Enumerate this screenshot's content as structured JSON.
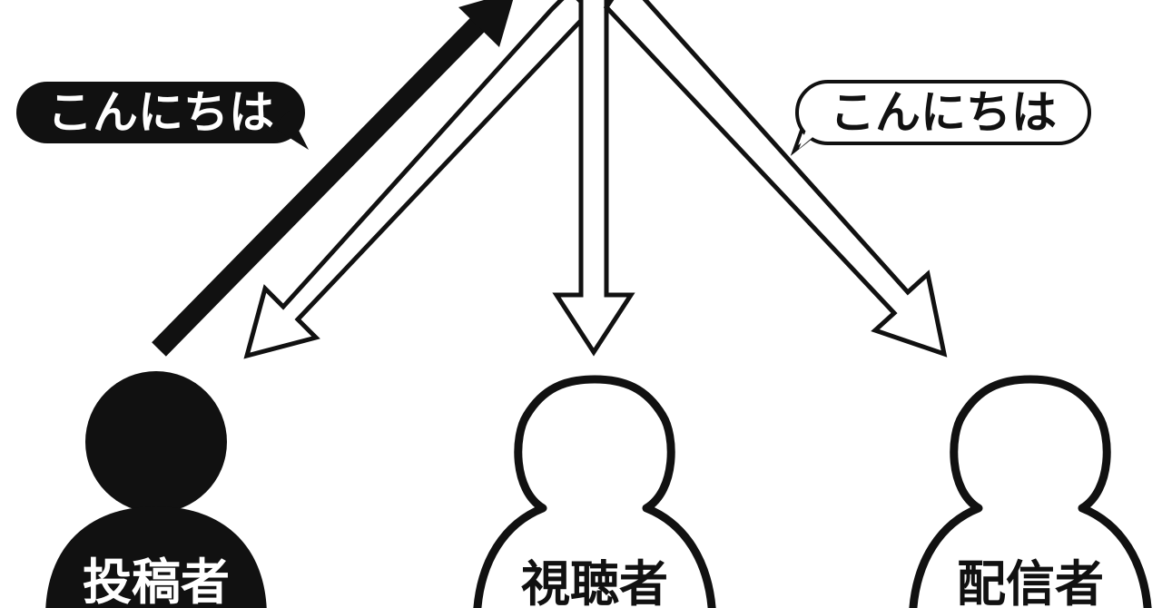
{
  "speech_bubbles": {
    "left": {
      "text": "こんにちは",
      "style": "filled"
    },
    "right": {
      "text": "こんにちは",
      "style": "outline"
    }
  },
  "people": [
    {
      "id": "poster",
      "label": "投稿者",
      "style": "filled"
    },
    {
      "id": "viewer",
      "label": "視聴者",
      "style": "outline"
    },
    {
      "id": "broadcaster",
      "label": "配信者",
      "style": "outline"
    }
  ],
  "colors": {
    "ink": "#111111",
    "paper": "#ffffff"
  }
}
